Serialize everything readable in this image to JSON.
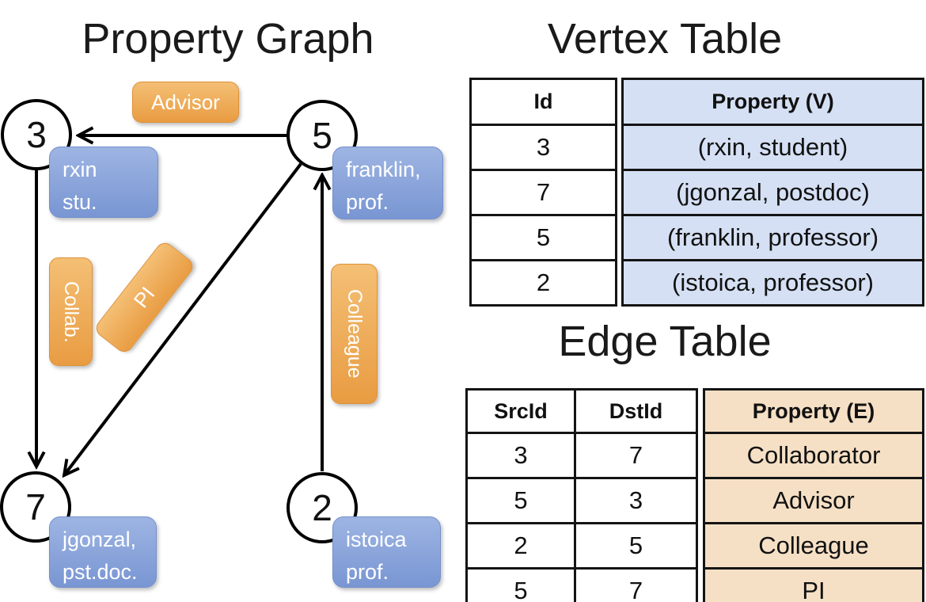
{
  "graph": {
    "title": "Property Graph",
    "nodes": [
      {
        "id": "3",
        "prop_line1": "rxin",
        "prop_line2": "stu."
      },
      {
        "id": "5",
        "prop_line1": "franklin,",
        "prop_line2": "prof."
      },
      {
        "id": "7",
        "prop_line1": "jgonzal,",
        "prop_line2": "pst.doc."
      },
      {
        "id": "2",
        "prop_line1": "istoica",
        "prop_line2": "prof."
      }
    ],
    "edge_labels": {
      "advisor": "Advisor",
      "collab": "Collab.",
      "pi": "PI",
      "colleague": "Colleague"
    }
  },
  "vertex_table": {
    "title": "Vertex Table",
    "columns": [
      "Id",
      "Property (V)"
    ],
    "rows": [
      [
        "3",
        "(rxin, student)"
      ],
      [
        "7",
        "(jgonzal, postdoc)"
      ],
      [
        "5",
        "(franklin, professor)"
      ],
      [
        "2",
        "(istoica, professor)"
      ]
    ]
  },
  "edge_table": {
    "title": "Edge Table",
    "columns": [
      "SrcId",
      "DstId",
      "Property (E)"
    ],
    "rows": [
      [
        "3",
        "7",
        "Collaborator"
      ],
      [
        "5",
        "3",
        "Advisor"
      ],
      [
        "2",
        "5",
        "Colleague"
      ],
      [
        "5",
        "7",
        "PI"
      ]
    ]
  },
  "colors": {
    "edge_label_orange_top": "#F4BF75",
    "edge_label_orange_bottom": "#E99C42",
    "vertex_label_blue_top": "#9EB5E3",
    "vertex_label_blue_bottom": "#7996D3",
    "vertex_table_cell_bg": "#D5E0F4",
    "edge_table_cell_bg": "#F6E0C5",
    "line_black": "#000000"
  }
}
